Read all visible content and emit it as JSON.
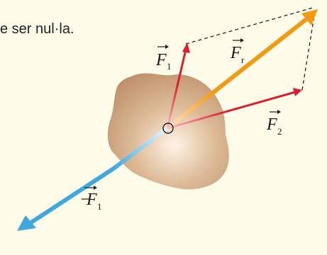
{
  "caption": "e ser nul·la.",
  "labels": {
    "f1": {
      "letter": "F",
      "sub": "1"
    },
    "fr": {
      "letter": "F",
      "sub": "r"
    },
    "f2": {
      "letter": "F",
      "sub": "2"
    },
    "neg_f1": {
      "sign": "−",
      "letter": "F",
      "sub": "1"
    }
  },
  "colors": {
    "background": "#fffde9",
    "f1": "#d8202f",
    "f2": "#d8202f",
    "resultant": "#f29a12",
    "negative_f1": "#3fa9dd",
    "body": "#c9a078",
    "construction": "#222222"
  }
}
